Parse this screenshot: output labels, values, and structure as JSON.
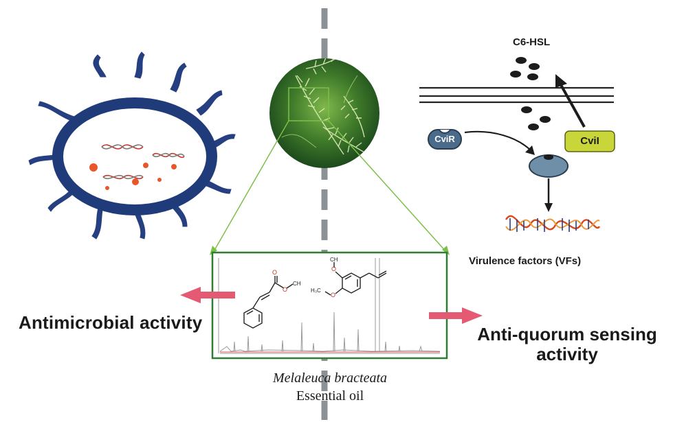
{
  "labels": {
    "c6hsl": "C6-HSL",
    "cvir": "CviR",
    "cvil": "CviI",
    "virulence": "Virulence factors (VFs)",
    "antimicrobial": "Antimicrobial activity",
    "antiqs_line1": "Anti-quorum sensing",
    "antiqs_line2": "activity",
    "species": "Melaleuca bracteata",
    "oil": "Essential oil"
  },
  "colors": {
    "bacterium_outline": "#1f3b7a",
    "bacterium_flagella": "#253f80",
    "dots": "#e8572a",
    "arrow_pink": "#e45a72",
    "panel_border": "#2e7d32",
    "green_lines": "#7cc04a",
    "cvil_fill": "#c9d63a",
    "cvir_fill": "#4a6b8a",
    "receptor_fill": "#6f8fa8",
    "membrane": "#222222",
    "dashed_axis": "#8c9196"
  },
  "icons": [
    "bacterium-icon",
    "plant-photo",
    "dna-helix-icon",
    "cinnamate-structure",
    "methyleugenol-structure",
    "chromatogram"
  ]
}
